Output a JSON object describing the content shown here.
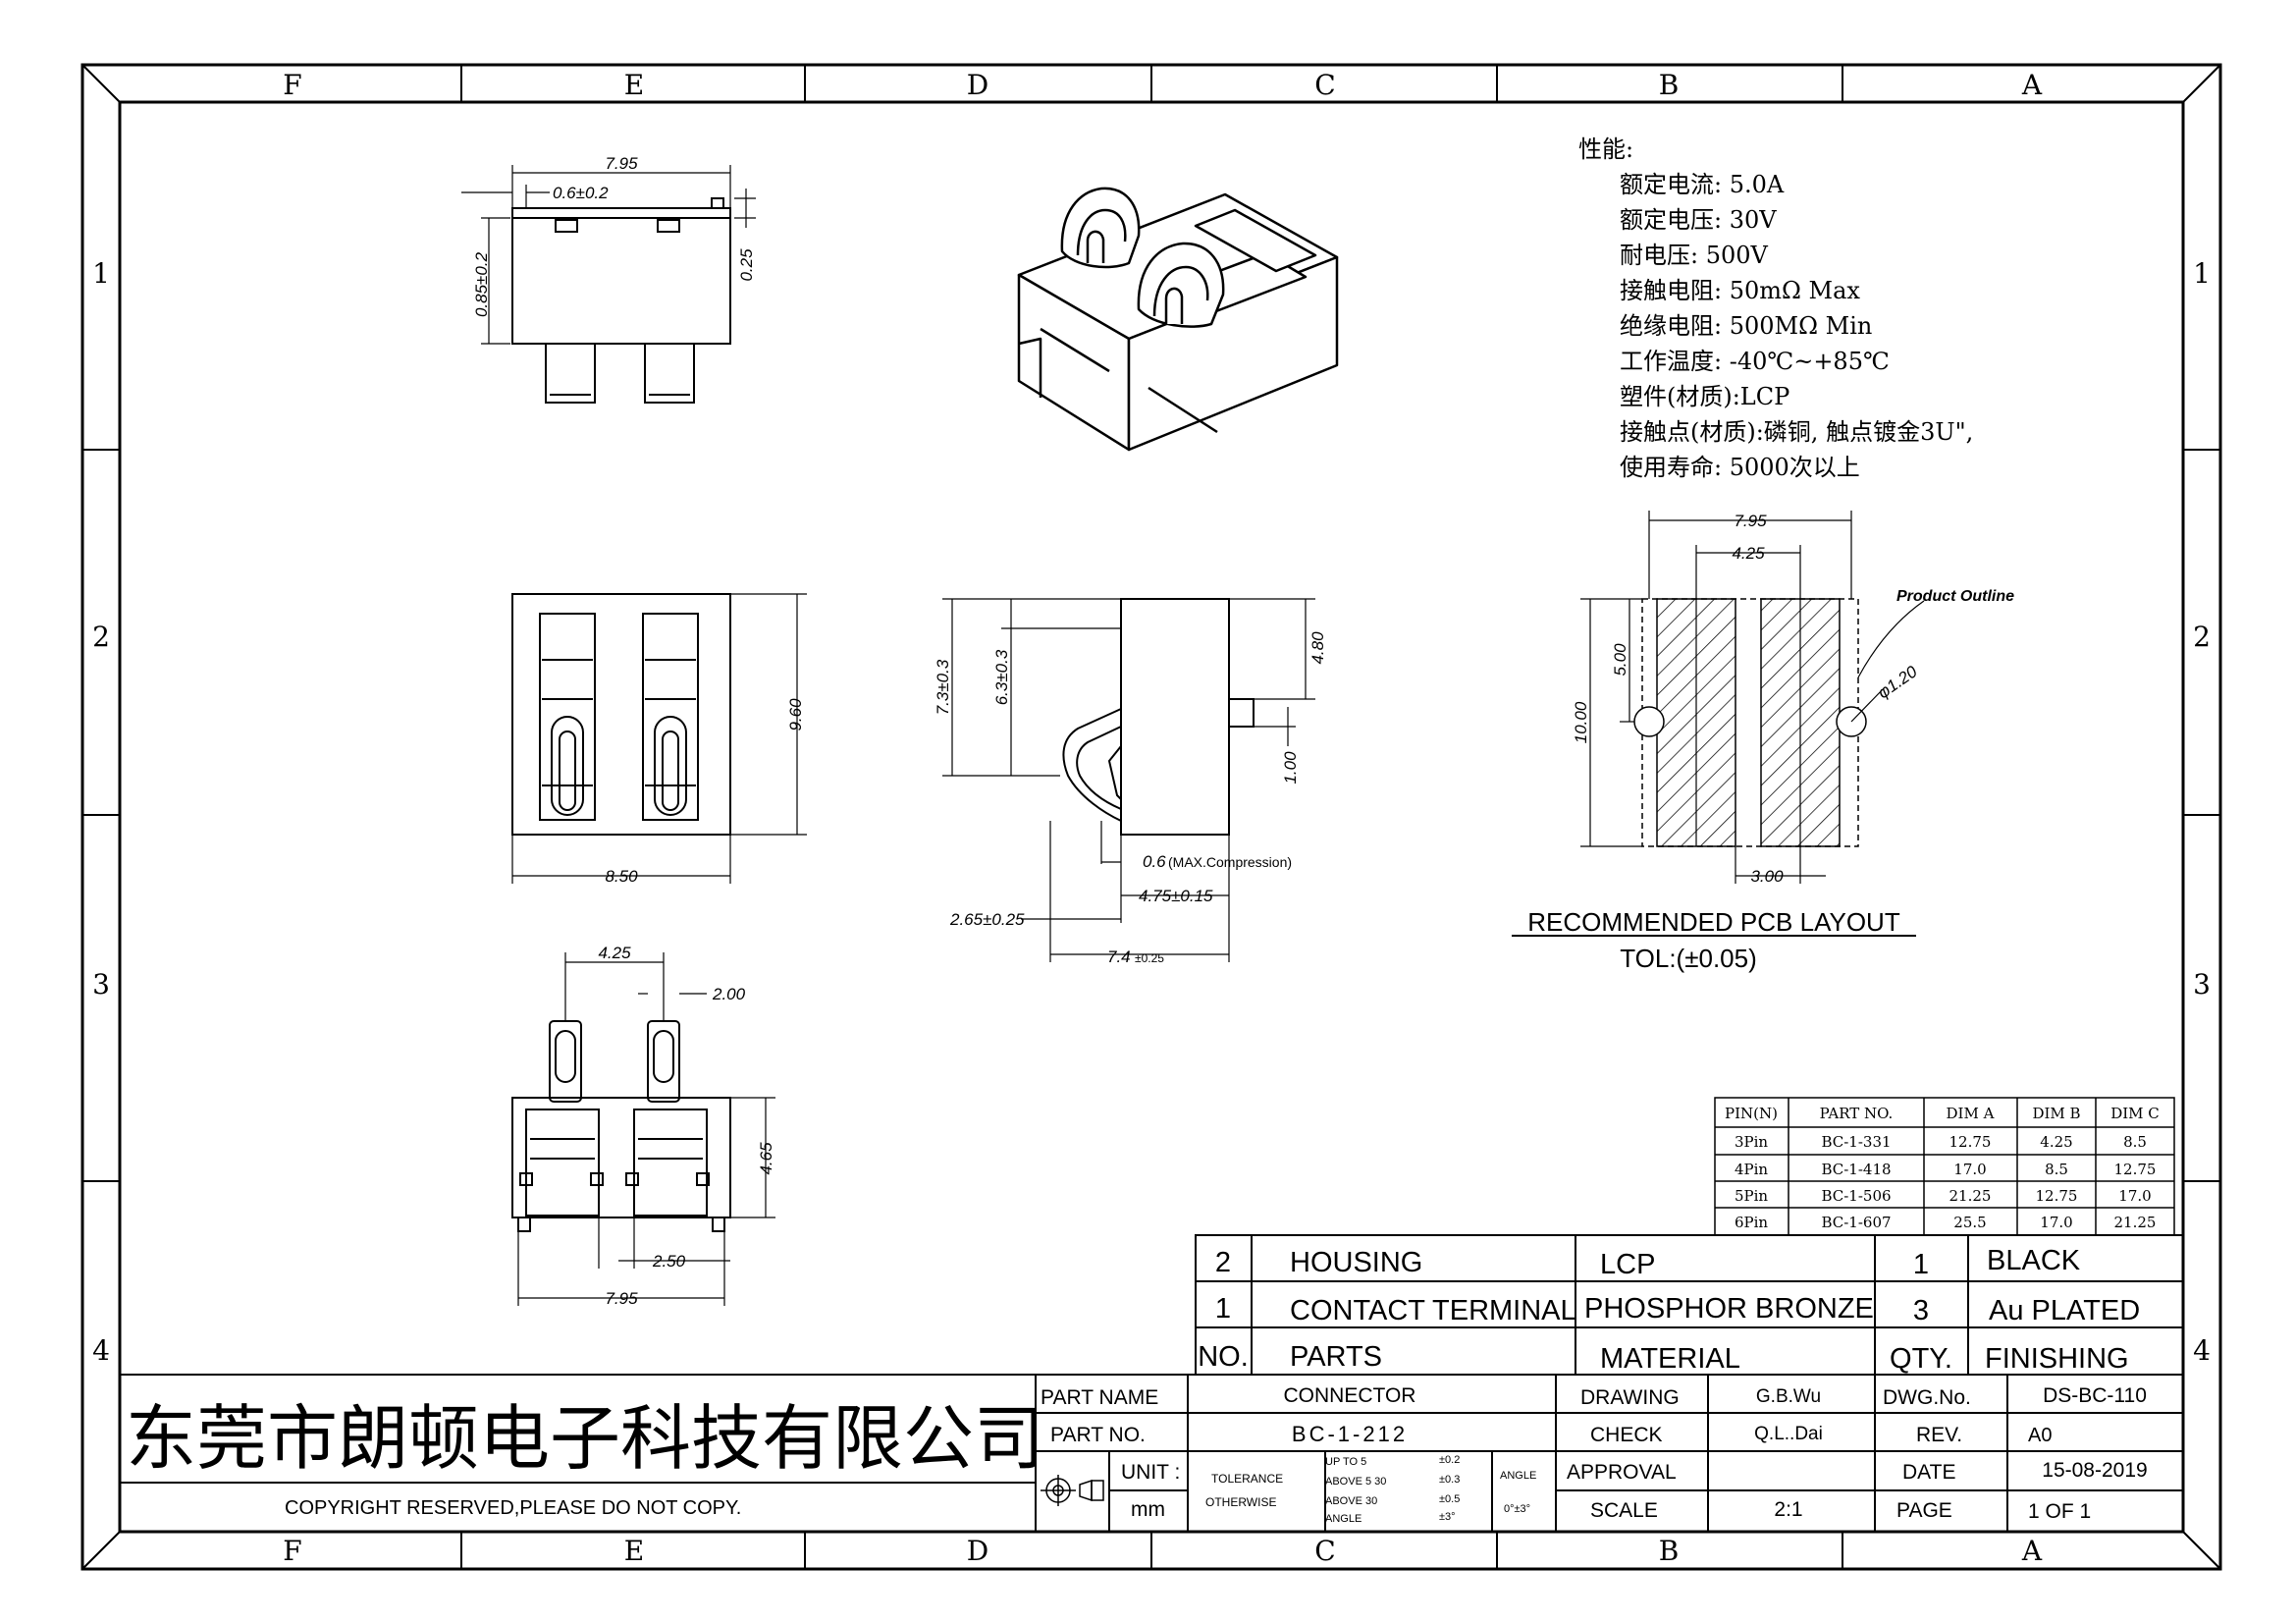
{
  "frame": {
    "cols_top": [
      "F",
      "E",
      "D",
      "C",
      "B",
      "A"
    ],
    "cols_bottom": [
      "F",
      "E",
      "D",
      "C",
      "B",
      "A"
    ],
    "rows_left": [
      "1",
      "2",
      "3",
      "4"
    ],
    "rows_right": [
      "1",
      "2",
      "3",
      "4"
    ]
  },
  "specs": {
    "heading": "性能:",
    "lines": [
      "额定电流: 5.0A",
      "额定电压: 30V",
      "耐电压: 500V",
      "接触电阻: 50mΩ  Max",
      "绝缘电阻: 500MΩ  Min",
      "工作温度: -40℃~+85℃",
      "塑件(材质):LCP",
      "接触点(材质):磷铜, 触点镀金3U\",",
      "使用寿命: 5000次以上"
    ]
  },
  "top_view": {
    "width": "7.95",
    "gap": "0.6±0.2",
    "height": "0.85±0.2",
    "step": "0.25"
  },
  "front_view": {
    "height": "9.60",
    "width": "8.50"
  },
  "side_view": {
    "h1": "7.3±0.3",
    "h2": "6.3±0.3",
    "h3": "4.80",
    "h4": "1.00",
    "comp": "0.6",
    "comp_note": "(MAX.Compression)",
    "d1": "4.75±0.15",
    "d2": "2.65±0.25",
    "d3": "7.4",
    "d3_tol": "±0.25"
  },
  "bottom_view": {
    "pitch": "4.25",
    "w": "2.00",
    "h": "4.65",
    "gap": "2.50",
    "width": "7.95"
  },
  "pcb": {
    "w": "7.95",
    "pitch": "4.25",
    "label": "Product Outline",
    "h1": "5.00",
    "h2": "10.00",
    "dia": "φ1.20",
    "pad_w": "3.00",
    "title": "RECOMMENDED PCB LAYOUT",
    "tol": "TOL:(±0.05)"
  },
  "pin_table": {
    "headers": [
      "PIN(N)",
      "PART NO.",
      "DIM A",
      "DIM B",
      "DIM C"
    ],
    "rows": [
      [
        "3Pin",
        "BC-1-331",
        "12.75",
        "4.25",
        "8.5"
      ],
      [
        "4Pin",
        "BC-1-418",
        "17.0",
        "8.5",
        "12.75"
      ],
      [
        "5Pin",
        "BC-1-506",
        "21.25",
        "12.75",
        "17.0"
      ],
      [
        "6Pin",
        "BC-1-607",
        "25.5",
        "17.0",
        "21.25"
      ]
    ]
  },
  "bom": {
    "rows": [
      [
        "2",
        "HOUSING",
        "LCP",
        "1",
        "BLACK"
      ],
      [
        "1",
        "CONTACT TERMINAL",
        "PHOSPHOR BRONZE",
        "3",
        "Au PLATED"
      ]
    ],
    "header": [
      "NO.",
      "PARTS",
      "MATERIAL",
      "QTY.",
      "FINISHING"
    ]
  },
  "title_block": {
    "company": "东莞市朗顿电子科技有限公司",
    "copyright": "COPYRIGHT RESERVED,PLEASE DO NOT COPY.",
    "part_name_label": "PART NAME",
    "part_name": "CONNECTOR",
    "part_no_label": "PART NO.",
    "part_no": "BC-1-212",
    "unit_label": "UNIT :",
    "unit": "mm",
    "tol_label": "TOLERANCE",
    "tol_label2": "OTHERWISE",
    "tol_rows": [
      [
        "UP TO 5",
        "±0.2"
      ],
      [
        "ABOVE 5  30",
        "±0.3"
      ],
      [
        "ABOVE 30",
        "±0.5"
      ],
      [
        "ANGLE",
        "±3°"
      ]
    ],
    "angle_label": "ANGLE",
    "angle_val": "0°±3°",
    "drawing_label": "DRAWING",
    "drawing": "G.B.Wu",
    "check_label": "CHECK",
    "check": "Q.L..Dai",
    "approval_label": "APPROVAL",
    "approval": "",
    "scale_label": "SCALE",
    "scale": "2:1",
    "dwg_label": "DWG.No.",
    "dwg": "DS-BC-110",
    "rev_label": "REV.",
    "rev": "A0",
    "date_label": "DATE",
    "date": "15-08-2019",
    "page_label": "PAGE",
    "page": "1 OF 1"
  }
}
